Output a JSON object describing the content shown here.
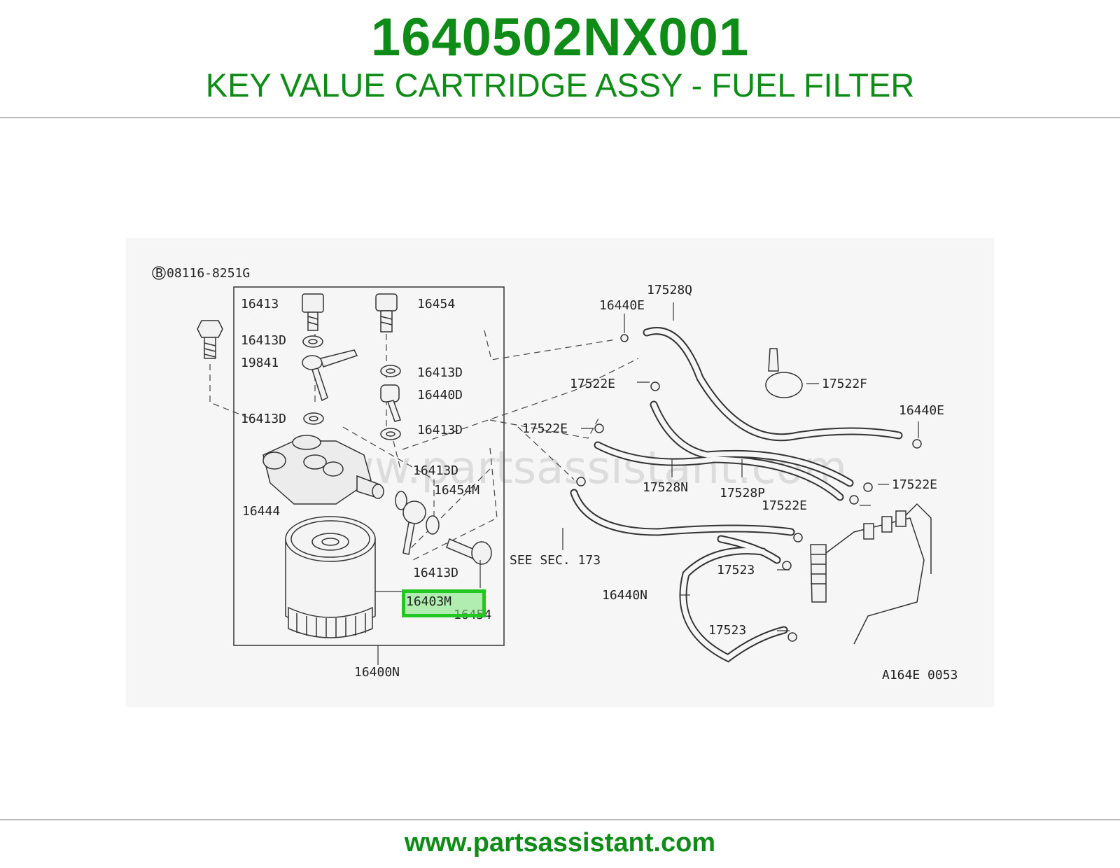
{
  "header": {
    "part_number": "1640502NX001",
    "description": "KEY VALUE CARTRIDGE ASSY - FUEL FILTER"
  },
  "footer": {
    "url": "www.partsassistant.com"
  },
  "diagram": {
    "watermark": "www.partsassistant.com",
    "figure_code": "A164E 0053",
    "highlighted": "16403M",
    "labels": {
      "bolt_ref": "08116-8251G",
      "bolt_ref_prefix": "B",
      "p16413_top": "16413",
      "p16454_top": "16454",
      "p16413D_a": "16413D",
      "p19841": "19841",
      "p16413D_b": "16413D",
      "p16440D": "16440D",
      "p16413D_c": "16413D",
      "p16413D_d": "16413D",
      "p16413D_e": "16413D",
      "p16454M": "16454M",
      "p16444": "16444",
      "p16413D_f": "16413D",
      "p16454_bot": "16454",
      "p16400N": "16400N",
      "p17528Q": "17528Q",
      "p16440E_a": "16440E",
      "p17522E_a": "17522E",
      "p17522F": "17522F",
      "p16440E_b": "16440E",
      "p17522E_b": "17522E",
      "p17528N": "17528N",
      "p17528P": "17528P",
      "p17522E_c": "17522E",
      "p17522E_d": "17522E",
      "see_sec": "SEE SEC. 173",
      "p17523_a": "17523",
      "p16440N": "16440N",
      "p17523_b": "17523"
    }
  }
}
